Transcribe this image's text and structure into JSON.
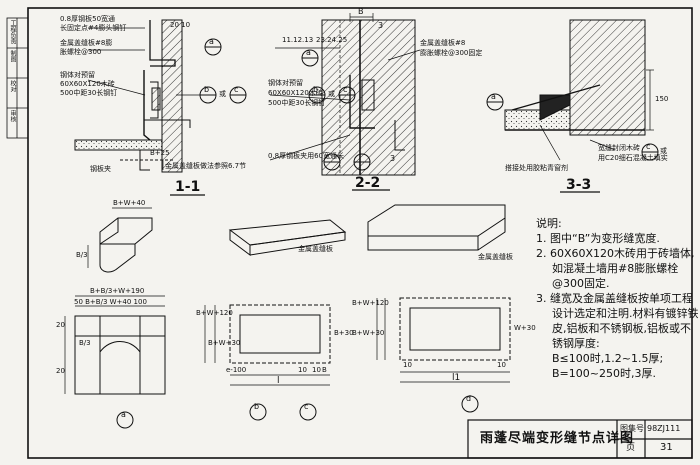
{
  "title_block": {
    "title": "雨蓬尽端变形缝节点详图",
    "atlas_label": "图集号",
    "atlas_number": "98ZJ111",
    "page_label": "页",
    "page_number": "31"
  },
  "left_strip": [
    "工程负责",
    "制图",
    "校对",
    "审核"
  ],
  "section_1_1": {
    "label": "1-1",
    "labels": {
      "note1_line1": "0.8厚钢板50宽通",
      "note1_line2": "长固定点#4膨头钢钉",
      "dim_top": "20 10",
      "note2_line1": "金属盖缝板#8膨",
      "note2_line2": "胀螺栓@300",
      "note3_line1": "钢体对预留",
      "note3_line2": "60X60X120木砖",
      "note3_line3": "500中距30长钢钉",
      "bottom_note": "金属盖缝板做法参照6.7节",
      "b_dim": "B+25",
      "steel_note": "钢板夹",
      "callout_a": "a",
      "callout_b": "b",
      "callout_c": "c",
      "or_text": "或"
    }
  },
  "section_2_2": {
    "label": "2-2",
    "labels": {
      "top_left_nums": "11.12.13",
      "top_right_nums": "23.24.25",
      "dim_b": "B",
      "dim_3": "3",
      "note1_line1": "金属盖缝板#8",
      "note1_line2": "膨胀螺栓@300固定",
      "note2_line1": "钢体对预留",
      "note2_line2": "60X60X120木砖",
      "note2_line3": "500中距30长钢钉",
      "bottom_note": "0.8厚钢板夹用60宽通长",
      "callout_a": "a",
      "callout_b": "b",
      "callout_c": "c",
      "or_text": "或",
      "mark_3": "3"
    }
  },
  "section_3_3": {
    "label": "3-3",
    "labels": {
      "dim_150": "150",
      "note1_line1": "宽缝封闭木砖",
      "note1_line2": "用C20细石混凝土填实",
      "note2": "搭接处用胶粘青窗剂",
      "callout_a": "a",
      "callout_c": "c",
      "or_text": "或"
    }
  },
  "detail_a": {
    "top_dim": "B+W+40",
    "left_dim": "B/3",
    "plan_top_dim": "B+B/3+W+190",
    "plan_sub_dims": "50  B+B/3   W+40   100",
    "plan_left_dim": "20",
    "plan_mid_dim": "20",
    "plan_left_label": "B/3",
    "callout": "a"
  },
  "detail_b": {
    "label_board": "金属盖缝板",
    "side_dim_1": "B+W+120",
    "side_dim_2": "B+W+30",
    "side_dim_3": "B+30",
    "bottom_dim_1": "e-100",
    "bottom_dim_2": "10",
    "bottom_dim_3": "10",
    "bottom_dim_4": "B",
    "length": "l",
    "callout_b": "b",
    "callout_c": "c"
  },
  "detail_d": {
    "label_board": "金属盖缝板",
    "side_dim_1": "B+W+120",
    "side_dim_2": "B+W+30",
    "side_dim_3": "W+30",
    "bottom_dim_left": "10",
    "bottom_dim_right": "10",
    "length": "l1",
    "callout": "d"
  },
  "notes": {
    "heading": "说明:",
    "items": [
      "1. 图中“B”为变形缝宽度.",
      "2. 60X60X120木砖用于砖墙体,",
      "如混凝土墙用#8膨胀螺栓",
      "@300固定.",
      "3. 缝宽及金属盖缝板按单项工程",
      "设计选定和注明.材料有镀锌铁",
      "皮,铝板和不锈钢板,铝板或不",
      "锈钢厚度:",
      "B≤100时,1.2~1.5厚;",
      "B=100~250时,3厚."
    ]
  }
}
